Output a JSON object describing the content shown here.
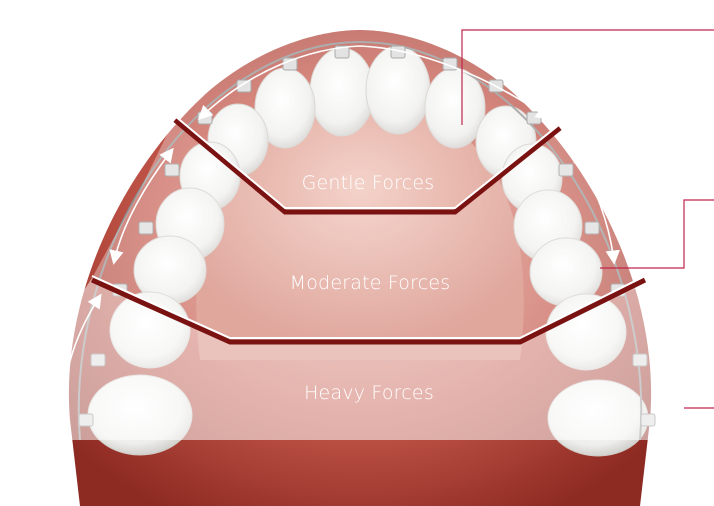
{
  "zones": [
    {
      "id": "gentle",
      "label": "Gentle Forces"
    },
    {
      "id": "moderate",
      "label": "Moderate Forces"
    },
    {
      "id": "heavy",
      "label": "Heavy Forces"
    }
  ],
  "colors": {
    "gum": "#b7483f",
    "gum_dark": "#7c1f1a",
    "overlay": "#ffffff",
    "divider_dark": "#7a1212",
    "callout": "#c0264c",
    "tooth": "#f4f4f2",
    "arrow": "#ffffff"
  },
  "icons": [
    "double-arrow-icon",
    "bracket-icon",
    "archwire-icon"
  ]
}
